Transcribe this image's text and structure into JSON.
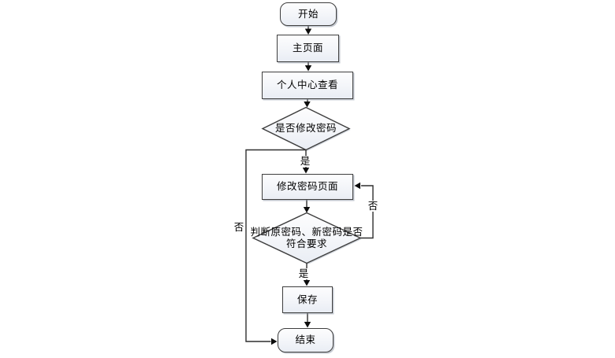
{
  "diagram": {
    "type": "flowchart",
    "nodes": {
      "start": {
        "label": "开始",
        "shape": "terminator"
      },
      "main_page": {
        "label": "主页面",
        "shape": "process"
      },
      "personal_center": {
        "label": "个人中心查看",
        "shape": "process"
      },
      "decision_modify": {
        "label": "是否修改密码",
        "shape": "decision"
      },
      "modify_page": {
        "label": "修改密码页面",
        "shape": "process"
      },
      "decision_valid": {
        "label": "判断原密码、新密码是否符合要求",
        "lines": [
          "判断原密码、新密码是否",
          "符合要求"
        ],
        "shape": "decision"
      },
      "save": {
        "label": "保存",
        "shape": "process"
      },
      "end": {
        "label": "结束",
        "shape": "terminator"
      }
    },
    "edge_labels": {
      "yes1": "是",
      "yes2": "是",
      "no_left": "否",
      "no_right": "否"
    },
    "colors": {
      "line": "#2f2f2f",
      "border": "#3e3e3e",
      "fill_top": "#fdfdfe",
      "fill_bottom": "#e9edf4",
      "text": "#000000",
      "background": "#ffffff"
    }
  }
}
